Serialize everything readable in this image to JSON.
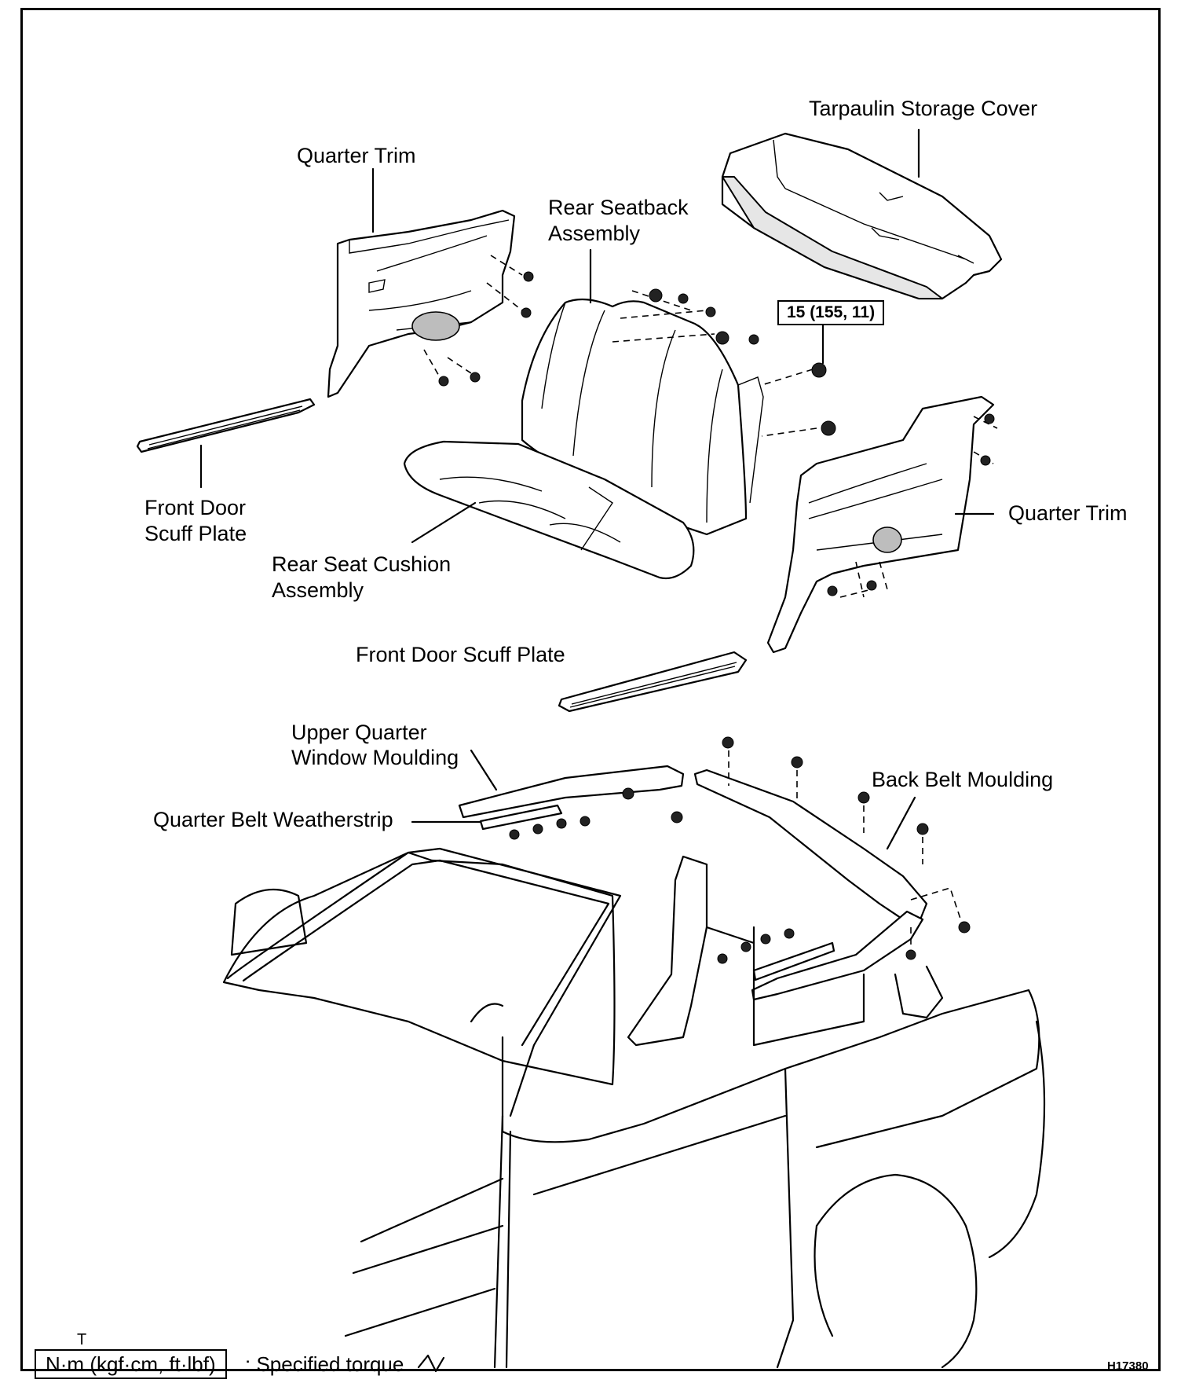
{
  "labels": {
    "tarpaulin_storage_cover": "Tarpaulin Storage Cover",
    "quarter_trim_left": "Quarter Trim",
    "rear_seatback_line1": "Rear Seatback",
    "rear_seatback_line2": "Assembly",
    "torque_value": "15 (155, 11)",
    "quarter_trim_right": "Quarter Trim",
    "front_door_scuff_left_line1": "Front Door",
    "front_door_scuff_left_line2": "Scuff Plate",
    "rear_seat_cushion_line1": "Rear Seat Cushion",
    "rear_seat_cushion_line2": "Assembly",
    "front_door_scuff_right": "Front Door Scuff Plate",
    "upper_quarter_line1": "Upper Quarter",
    "upper_quarter_line2": "Window Moulding",
    "back_belt_moulding": "Back Belt Moulding",
    "quarter_belt_weatherstrip": "Quarter Belt Weatherstrip"
  },
  "legend": {
    "t_mark": "T",
    "unit": "N·m (kgf·cm, ft·lbf)",
    "text": ": Specified torque"
  },
  "figure_id": "H17380"
}
